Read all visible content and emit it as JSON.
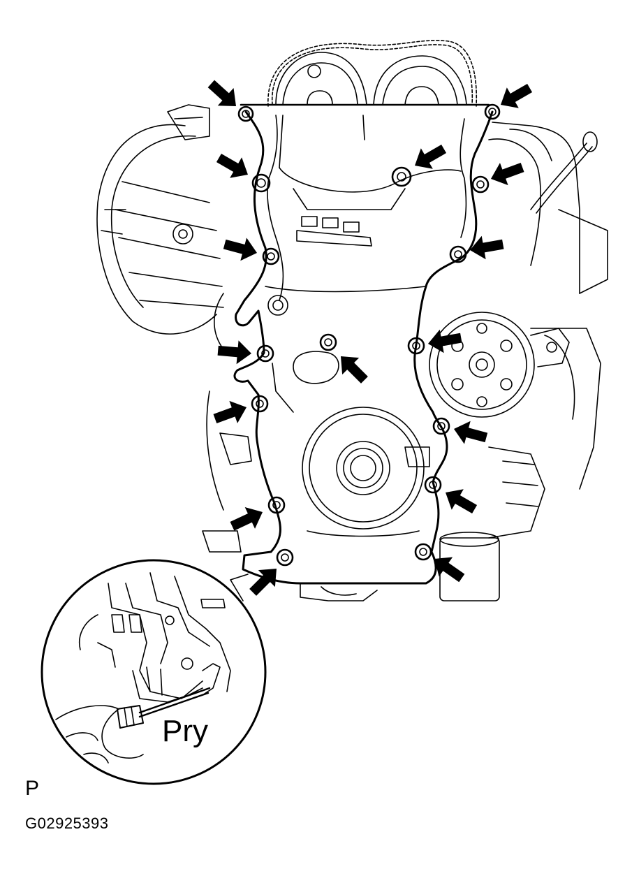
{
  "figure": {
    "callout_text": "Pry",
    "section_code": "P",
    "figure_id": "G02925393",
    "bolt_count": 16,
    "arrow_count": 16
  },
  "colors": {
    "line": "#000000",
    "background": "#ffffff"
  }
}
